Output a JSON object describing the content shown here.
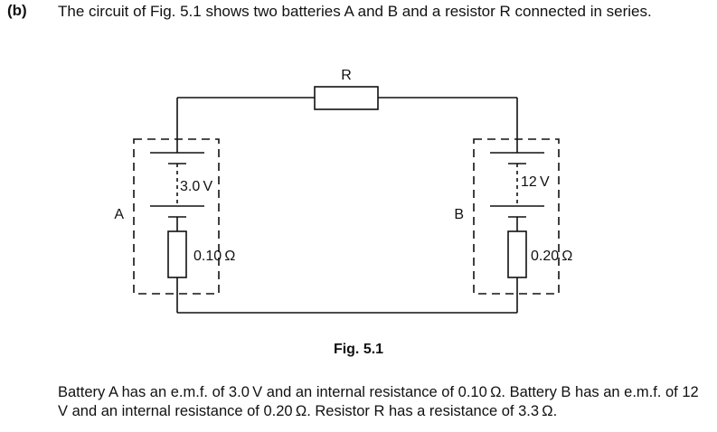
{
  "question": {
    "label": "(b)",
    "text": "The circuit of Fig. 5.1 shows two batteries A and B and a resistor R connected in series."
  },
  "diagram": {
    "resistor_label": "R",
    "battery_a": {
      "label": "A",
      "emf": "3.0 V",
      "internal_resistance": "0.10 Ω"
    },
    "battery_b": {
      "label": "B",
      "emf": "12 V",
      "internal_resistance": "0.20 Ω"
    }
  },
  "figure_caption": "Fig. 5.1",
  "paragraph": "Battery A has an e.m.f. of 3.0 V and an internal resistance of 0.10 Ω. Battery B has an e.m.f. of 12 V and an internal resistance of 0.20 Ω. Resistor R has a resistance of 3.3 Ω."
}
